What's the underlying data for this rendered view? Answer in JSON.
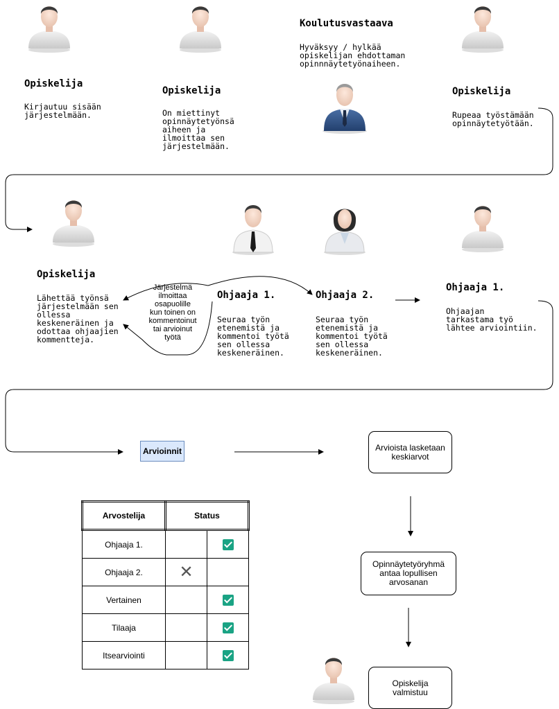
{
  "row1": {
    "student1": {
      "title": "Opiskelija",
      "desc": "Kirjautuu sisään\njärjestelmään."
    },
    "student2": {
      "title": "Opiskelija",
      "desc": "On miettinyt\nopinnäytetyönsä\naiheen ja\nilmoittaa sen\njärjestelmään."
    },
    "coordinator": {
      "title": "Koulutusvastaava",
      "desc": "Hyväksyy / hylkää\nopiskelijan ehdottaman\nopinnnäytetyönaiheen."
    },
    "student3": {
      "title": "Opiskelija",
      "desc": "Rupeaa työstämään\nopinnäytetyötään."
    }
  },
  "row2": {
    "student": {
      "title": "Opiskelija",
      "desc": "Lähettää työnsä\njärjestelmään sen\nollessa\nkeskeneräinen ja\nodottaa ohjaajien\nkommentteja."
    },
    "system_note": "Järjestelmä\nilmoittaa\nosapuolille\nkun toinen on\nkommentoinut\ntai arvioinut\ntyötä",
    "supervisor1": {
      "title": "Ohjaaja 1.",
      "desc": "Seuraa työn\netenemistä ja\nkommentoi työtä\nsen ollessa\nkeskeneräinen."
    },
    "supervisor2": {
      "title": "Ohjaaja 2.",
      "desc": "Seuraa työn\netenemistä ja\nkommentoi työtä\nsen ollessa\nkeskeneräinen."
    },
    "supervisor1_final": {
      "title": "Ohjaaja 1.",
      "desc": "Ohjaajan\ntarkastama työ\nlähtee arviointiin."
    }
  },
  "row3": {
    "arvioinnit_label": "Arvioinnit",
    "average_box": "Arvioista lasketaan\nkeskiarvot",
    "group_box": "Opinnäytetyöryhmä\nantaa lopullisen\narvosanan",
    "graduate_box": "Opiskelija\nvalmistuu"
  },
  "table": {
    "headers": [
      "Arvostelija",
      "Status"
    ],
    "rows": [
      {
        "name": "Ohjaaja 1.",
        "status": "approved"
      },
      {
        "name": "Ohjaaja 2.",
        "status": "rejected"
      },
      {
        "name": "Vertainen",
        "status": "approved"
      },
      {
        "name": "Tilaaja",
        "status": "approved"
      },
      {
        "name": "Itsearviointi",
        "status": "approved"
      }
    ]
  },
  "colors": {
    "check": "#1aa384",
    "arvioinnit_fill": "#dae8fc",
    "arvioinnit_border": "#6c8ebf"
  }
}
